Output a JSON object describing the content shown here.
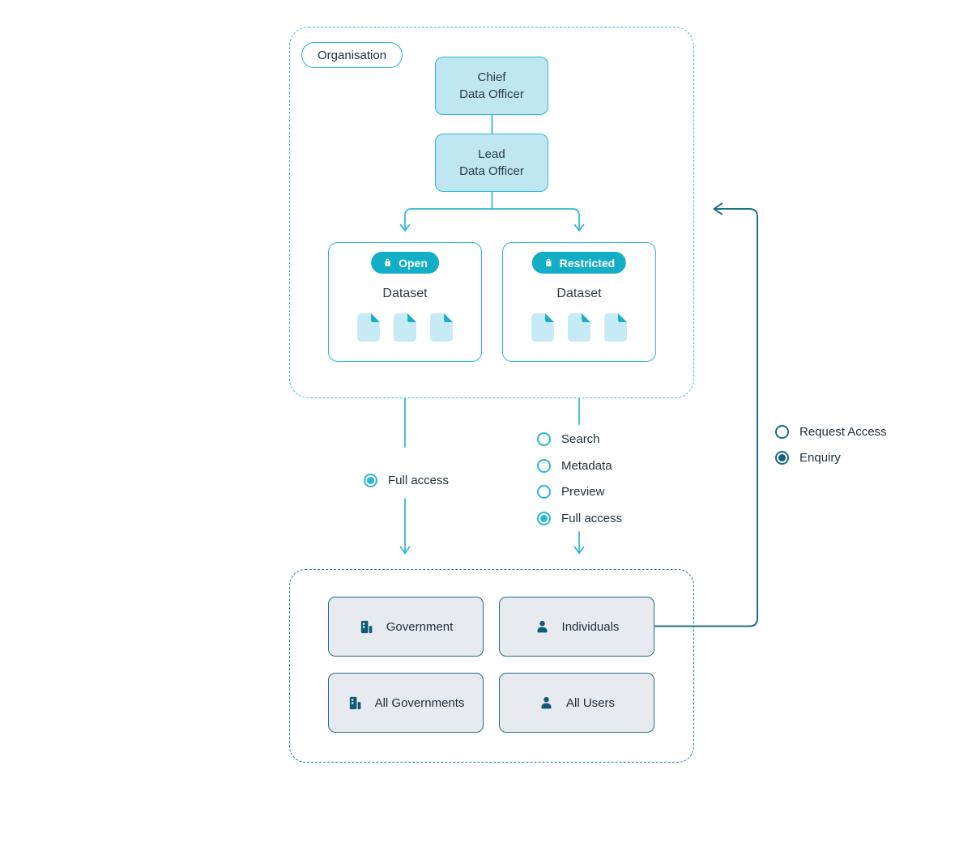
{
  "organisation": {
    "label": "Organisation",
    "chief_role": "Chief\nData Officer",
    "lead_role": "Lead\nData Officer",
    "datasets": [
      {
        "badge": "Open",
        "title": "Dataset",
        "file_count": 3
      },
      {
        "badge": "Restricted",
        "title": "Dataset",
        "file_count": 3
      }
    ]
  },
  "open_dataset_flow": {
    "options": [
      {
        "label": "Full access",
        "selected": true
      }
    ]
  },
  "restricted_dataset_flow": {
    "options": [
      {
        "label": "Search",
        "selected": false
      },
      {
        "label": "Metadata",
        "selected": false
      },
      {
        "label": "Preview",
        "selected": false
      },
      {
        "label": "Full access",
        "selected": true
      }
    ]
  },
  "request_flow": {
    "options": [
      {
        "label": "Request Access",
        "selected": false
      },
      {
        "label": "Enquiry",
        "selected": true
      }
    ]
  },
  "consumers": [
    {
      "label": "Government",
      "icon": "building-icon"
    },
    {
      "label": "Individuals",
      "icon": "person-icon"
    },
    {
      "label": "All Governments",
      "icon": "building-icon"
    },
    {
      "label": "All Users",
      "icon": "person-icon"
    }
  ],
  "colors": {
    "accent_cyan": "#2bb8d5",
    "cyan_box_fill": "#bfe7f1",
    "badge_fill": "#12aec6",
    "document_fill": "#c7ebf4",
    "document_fold": "#1aafc9",
    "dark_teal": "#1e7089",
    "consumer_box_fill": "#e7eaee",
    "text": "#22313b"
  }
}
